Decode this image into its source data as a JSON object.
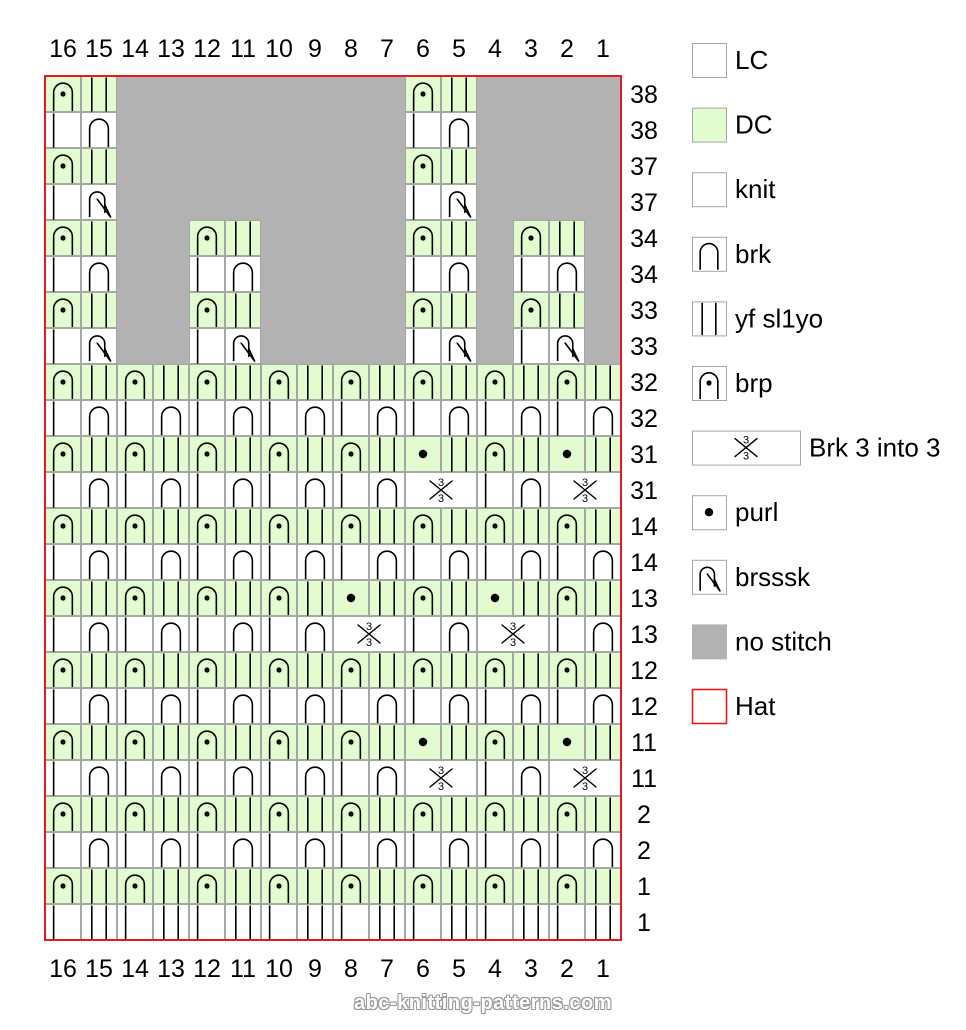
{
  "column_numbers": [
    "16",
    "15",
    "14",
    "13",
    "12",
    "11",
    "10",
    "9",
    "8",
    "7",
    "6",
    "5",
    "4",
    "3",
    "2",
    "1"
  ],
  "row_labels": [
    "38",
    "38",
    "37",
    "37",
    "34",
    "34",
    "33",
    "33",
    "32",
    "32",
    "31",
    "31",
    "14",
    "14",
    "13",
    "13",
    "12",
    "12",
    "11",
    "11",
    "2",
    "2",
    "1",
    "1"
  ],
  "legend": [
    {
      "key": "LC",
      "label": "LC",
      "icon": "empty-box-icon"
    },
    {
      "key": "DC",
      "label": "DC",
      "icon": "green-box-icon"
    },
    {
      "key": "knit",
      "label": "knit",
      "icon": "knit-box-icon"
    },
    {
      "key": "brk",
      "label": "brk",
      "icon": "brk-arch-icon"
    },
    {
      "key": "yfsl",
      "label": "yf sl1yo",
      "icon": "yf-sl1yo-icon"
    },
    {
      "key": "brp",
      "label": "brp",
      "icon": "brp-arch-dot-icon"
    },
    {
      "key": "b33",
      "label": "Brk 3 into 3",
      "icon": "brk-3-into-3-icon"
    },
    {
      "key": "purl",
      "label": "purl",
      "icon": "purl-dot-icon"
    },
    {
      "key": "brsssk",
      "label": "brsssk",
      "icon": "brsssk-icon"
    },
    {
      "key": "ns",
      "label": "no stitch",
      "icon": "no-stitch-gray-box-icon"
    },
    {
      "key": "hat",
      "label": "Hat",
      "icon": "red-outline-box-icon"
    }
  ],
  "colors": {
    "dc": "#e2fbcf",
    "no_stitch": "#b2b2b2",
    "hat_border": "#e8191a",
    "grid": "#a6a6a6",
    "ink": "#000000"
  },
  "symbol_stitch_counts": {
    "b33_top": "3",
    "b33_bottom": "3"
  },
  "grid_rows": [
    "PY........PY....",
    "LB........LB....",
    "PY........PY....",
    "LS........LS....",
    "PY..PY....PY.PY.",
    "LB..LB....LB.LB.",
    "PY..PY....PY.PY.",
    "LS..LS....LS.LS.",
    "PYPYPYPYPYPYPYPY",
    "LBLBLBLBLBLBLBLB",
    "PYPYPYPYPYUYPYUY",
    "LBLBLBLBLBXXLBXX",
    "PYPYPYPYPYPYPYPY",
    "LBLBLBLBLBLBLBLB",
    "PYPYPYPYUYPYUYPY",
    "LBLBLBLBXXLBXXLB",
    "PYPYPYPYPYPYPYPY",
    "LBLBLBLBLBLBLBLB",
    "PYPYPYPYPYUYPYUY",
    "LBLBLBLBLBXXLBXX",
    "PYPYPYPYPYPYPYPY",
    "LBLBLBLBLBLBLBLB",
    "PYPYPYPYPYPYPYPY",
    "LkLkLkLkLkLkLkLk"
  ],
  "watermark": "abc-knitting-patterns.com"
}
